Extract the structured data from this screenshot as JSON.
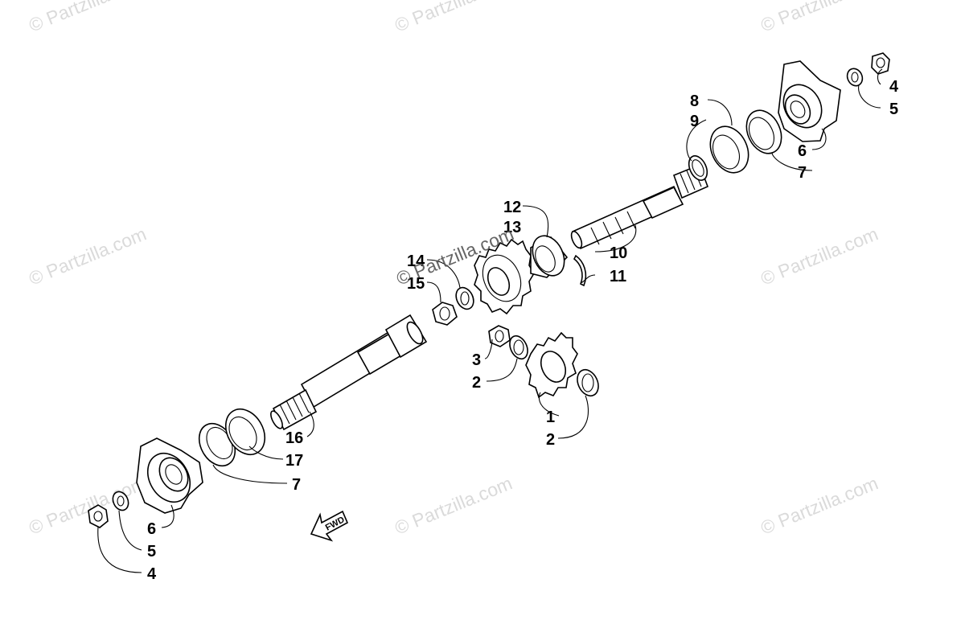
{
  "watermark": "© Partzilla.com",
  "fwd_label": "FWD",
  "callouts": [
    "1",
    "2",
    "3",
    "4",
    "5",
    "6",
    "7",
    "8",
    "9",
    "10",
    "11",
    "12",
    "13",
    "14",
    "15",
    "16",
    "17"
  ]
}
